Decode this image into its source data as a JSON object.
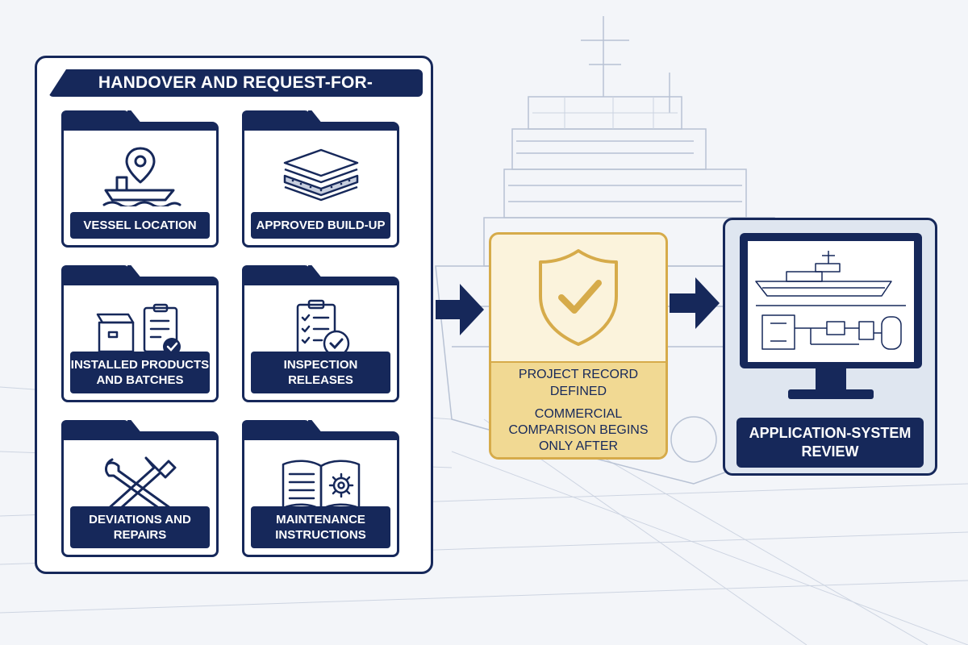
{
  "colors": {
    "navy": "#16285a",
    "gold": "#d6ab4a",
    "gold_fill": "#f1d993",
    "cream": "#fbf3dc",
    "panel_blue": "#dfe6f0"
  },
  "background": {
    "icon": "ship-blueprint-icon"
  },
  "pack": {
    "title": "HANDOVER AND REQUEST-FOR-QUOTATION PACK",
    "folders": [
      {
        "label_lines": [
          "VESSEL LOCATION"
        ],
        "icon": "ship-location-pin-icon"
      },
      {
        "label_lines": [
          "APPROVED BUILD-UP"
        ],
        "icon": "layers-icon"
      },
      {
        "label_lines": [
          "INSTALLED PRODUCTS",
          "AND BATCHES"
        ],
        "icon": "box-clipboard-check-icon"
      },
      {
        "label_lines": [
          "INSPECTION RELEASES"
        ],
        "icon": "checklist-check-icon"
      },
      {
        "label_lines": [
          "DEVIATIONS AND REPAIRS"
        ],
        "icon": "wrench-hammer-icon"
      },
      {
        "label_lines": [
          "MAINTENANCE INSTRUCTIONS"
        ],
        "icon": "manual-gear-icon"
      }
    ]
  },
  "record": {
    "icon": "shield-check-icon",
    "line1": [
      "PROJECT RECORD",
      "DEFINED"
    ],
    "line2": [
      "COMMERCIAL",
      "COMPARISON BEGINS",
      "ONLY AFTER"
    ]
  },
  "system": {
    "icon": "monitor-ship-schematic-icon",
    "label_lines": [
      "APPLICATION-SYSTEM",
      "REVIEW"
    ]
  },
  "arrows": [
    "arrow-right-icon",
    "arrow-right-icon"
  ]
}
